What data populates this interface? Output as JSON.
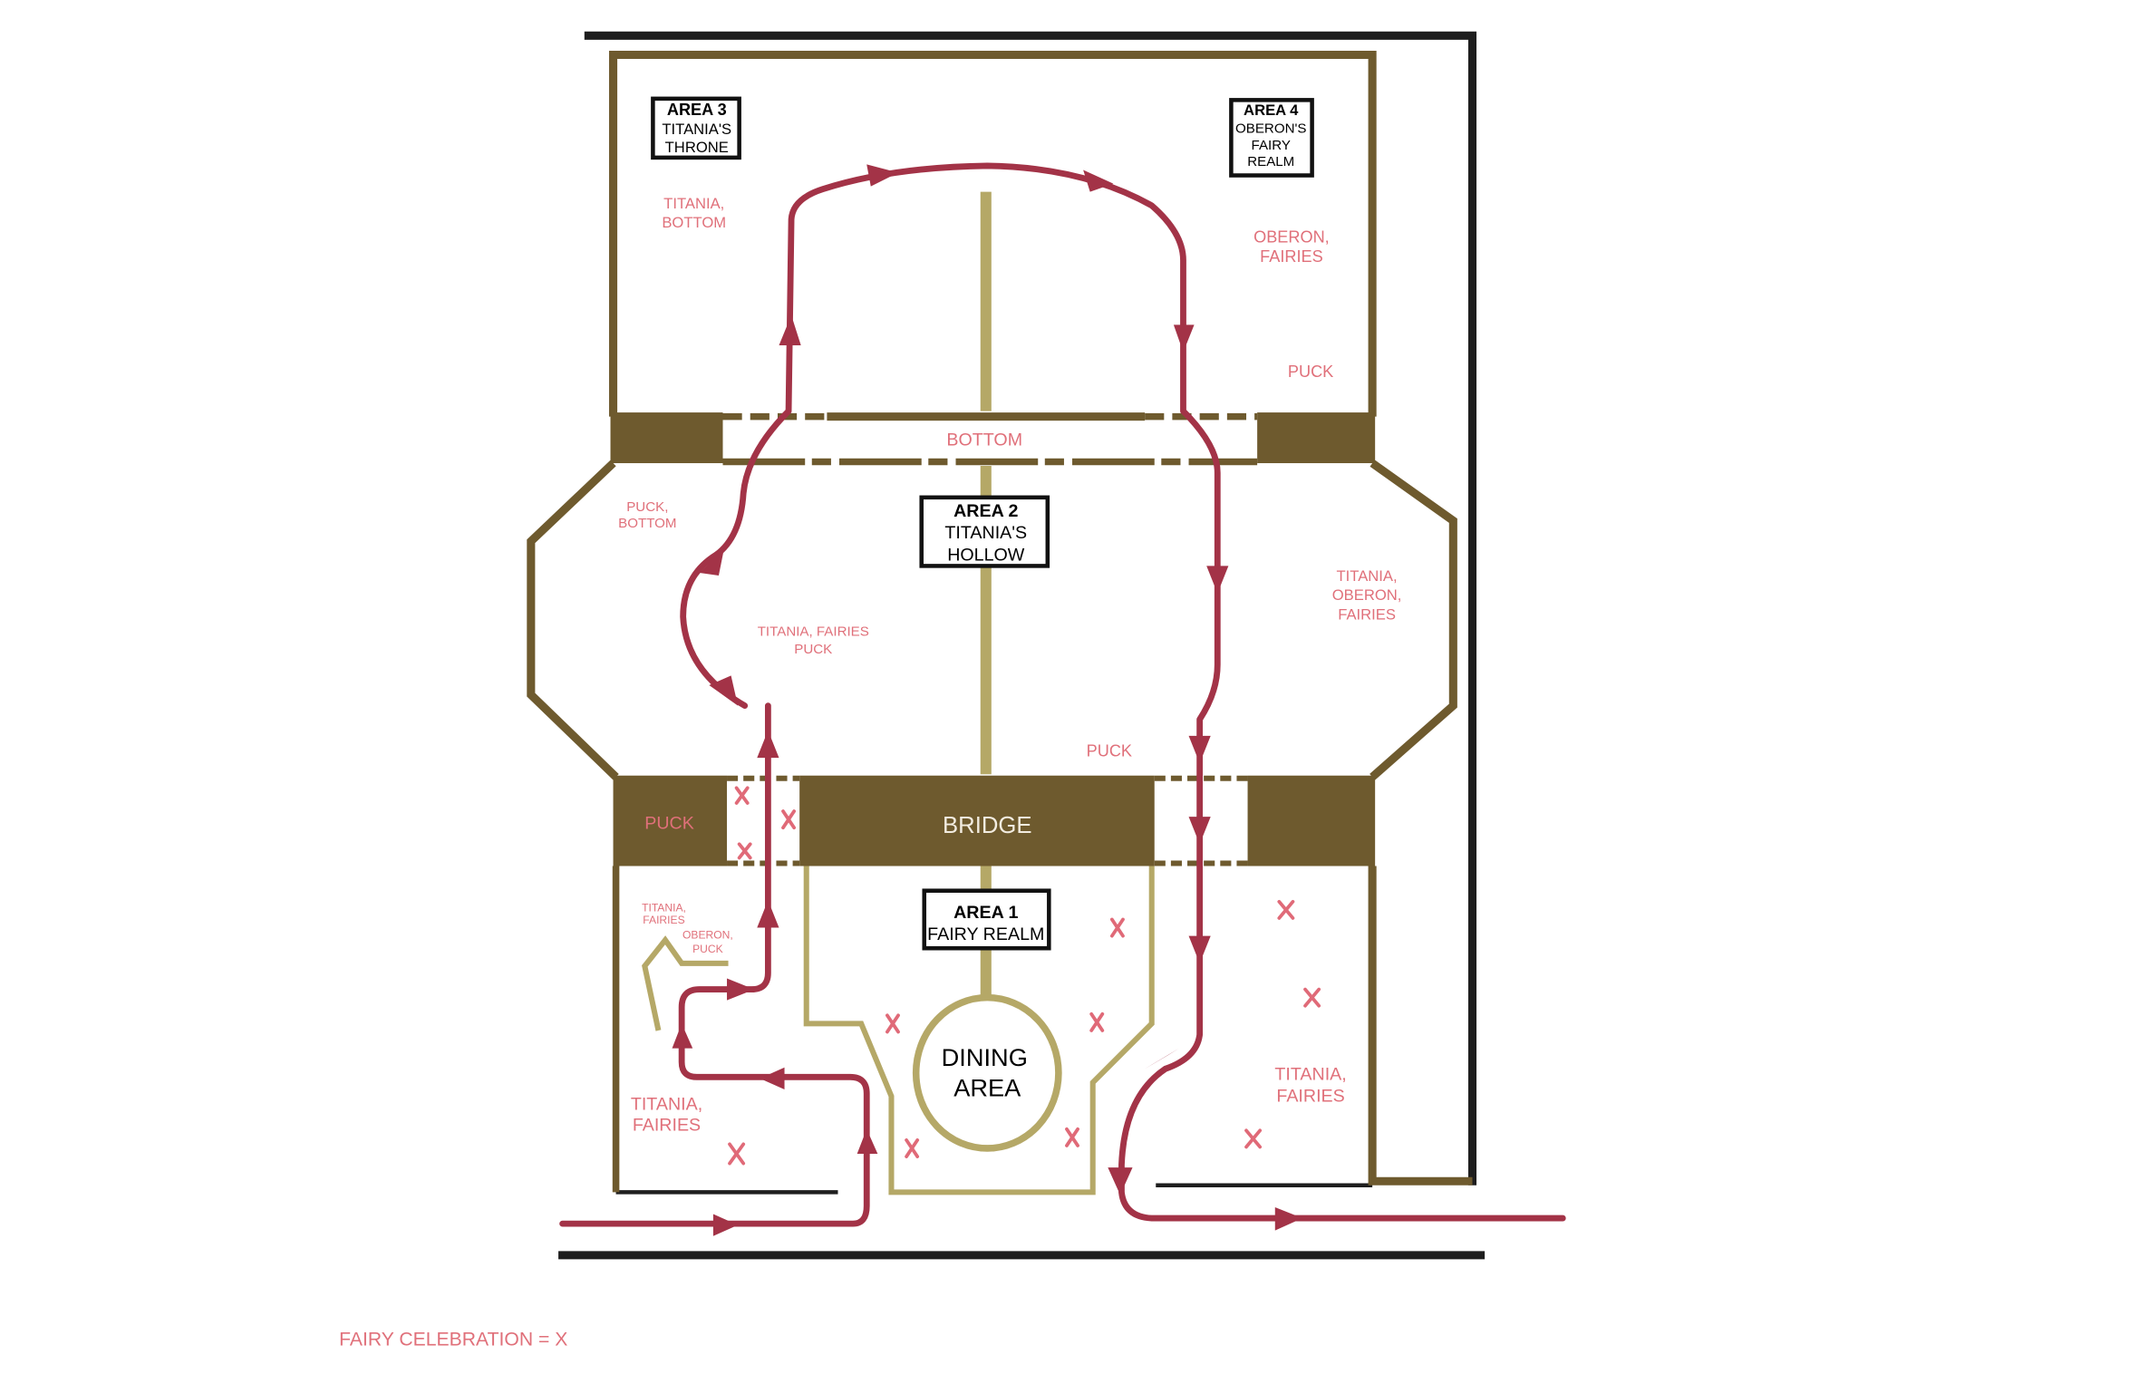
{
  "areas": {
    "area3": {
      "title": "AREA 3",
      "line1": "TITANIA'S",
      "line2": "THRONE"
    },
    "area4": {
      "title": "AREA 4",
      "line1": "OBERON'S",
      "line2": "FAIRY",
      "line3": "REALM"
    },
    "area2": {
      "title": "AREA 2",
      "line1": "TITANIA'S",
      "line2": "HOLLOW"
    },
    "area1": {
      "title": "AREA 1",
      "line1": "FAIRY REALM"
    }
  },
  "zones": {
    "bridge": "BRIDGE",
    "dining": {
      "line1": "DINING",
      "line2": "AREA"
    }
  },
  "cast": {
    "a3": [
      "TITANIA,",
      "BOTTOM"
    ],
    "a4": [
      "OBERON,",
      "FAIRIES"
    ],
    "a4_puck": "PUCK",
    "upper_crossing": "BOTTOM",
    "a2_left": [
      "PUCK,",
      "BOTTOM"
    ],
    "a2_center": [
      "TITANIA, FAIRIES",
      "PUCK"
    ],
    "a2_right": [
      "TITANIA,",
      "OBERON,",
      "FAIRIES"
    ],
    "a2_puck": "PUCK",
    "bridge_puck": "PUCK",
    "a1_small1": [
      "TITANIA,",
      "FAIRIES"
    ],
    "a1_small2": [
      "OBERON,",
      "PUCK"
    ],
    "a1_left": [
      "TITANIA,",
      "FAIRIES"
    ],
    "a1_right": [
      "TITANIA,",
      "FAIRIES"
    ]
  },
  "legend": "FAIRY CELEBRATION = X",
  "colors": {
    "wall": "#6e5a2e",
    "path": "#a33347",
    "cast": "#e0707a",
    "olive": "#b5a867"
  }
}
